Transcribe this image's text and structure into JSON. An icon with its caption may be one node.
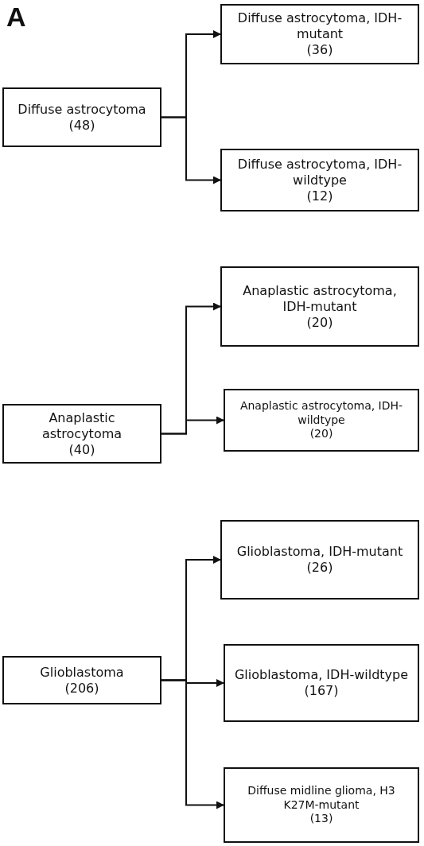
{
  "diagram": {
    "nodes": [
      {
        "text": [
          "Diffuse astrocytoma",
          "(48)"
        ]
      },
      {
        "text": [
          "Diffuse astrocytoma, IDH-mutant",
          "(36)"
        ]
      },
      {
        "text": [
          "Diffuse astrocytoma, IDH-wildtype",
          "(12)"
        ]
      },
      {
        "text": [
          "Anaplastic astrocytoma",
          "(40)"
        ]
      },
      {
        "text": [
          "Anaplastic astrocytoma, IDH-mutant",
          "(20)"
        ]
      },
      {
        "text": [
          "Anaplastic astrocytoma, IDH-wildtype",
          "(20)"
        ]
      },
      {
        "text": [
          "Glioblastoma",
          "(206)"
        ]
      },
      {
        "text": [
          "Glioblastoma, IDH-mutant",
          "(26)"
        ]
      },
      {
        "text": [
          "Glioblastoma, IDH-wildtype",
          "(167)"
        ]
      },
      {
        "text": [
          "Diffuse midline glioma, H3 K27M-mutant",
          "(13)"
        ]
      }
    ],
    "edges": [
      {
        "from": 0,
        "to": 1,
        "arrow": "to"
      },
      {
        "from": 0,
        "to": 2,
        "arrow": "to"
      },
      {
        "from": 3,
        "to": 4,
        "arrow": "to"
      },
      {
        "from": 3,
        "to": 5,
        "arrow": "to"
      },
      {
        "from": 6,
        "to": 7,
        "arrow": "to"
      },
      {
        "from": 6,
        "to": 8,
        "arrow": "to"
      },
      {
        "from": 6,
        "to": 9,
        "arrow": "to"
      }
    ],
    "labels": [
      "A"
    ]
  }
}
